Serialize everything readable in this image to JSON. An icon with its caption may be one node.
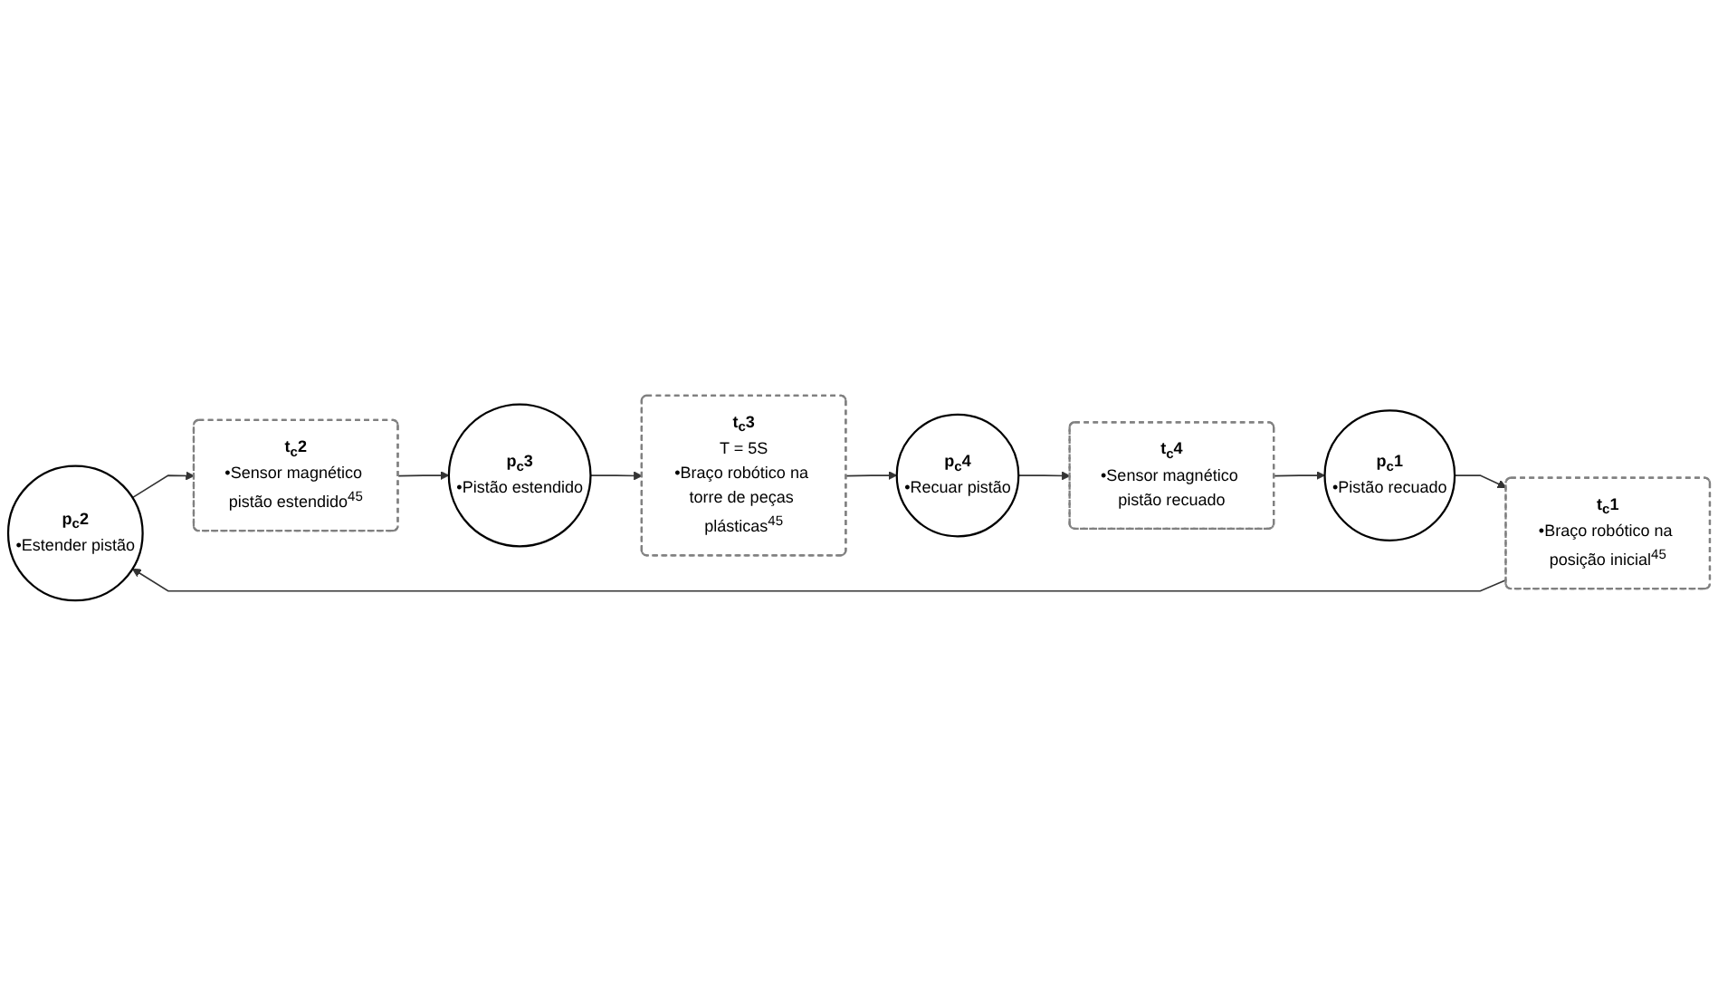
{
  "diagram": {
    "nodes": [
      {
        "text": [
          "p$_{c}$2",
          "•Estender pistão"
        ]
      },
      {
        "text": [
          "t$_{c}$2",
          "•Sensor magnético pistão estendido$^{45}$"
        ]
      },
      {
        "text": [
          "p$_{c}$3",
          "•Pistão estendido"
        ]
      },
      {
        "text": [
          "t$_{c}$3",
          "T = 5S",
          "•Braço robótico na torre de peças plásticas$^{45}$"
        ]
      },
      {
        "text": [
          "t$_{c}$1",
          "•Braço robótico na posição inicial$^{45}$"
        ]
      },
      {
        "text": [
          "p$_{c}$1",
          "•Pistão recuado"
        ]
      },
      {
        "text": [
          "t$_{c}$4",
          "•Sensor magnético pistão recuado"
        ]
      },
      {
        "text": [
          "p$_{c}$4",
          "•Recuar pistão"
        ]
      }
    ],
    "edges": [
      {
        "from": 0,
        "to": 1,
        "arrow": "to"
      },
      {
        "from": 1,
        "to": 2,
        "arrow": "to"
      },
      {
        "from": 2,
        "to": 3,
        "arrow": "to"
      },
      {
        "from": 3,
        "to": 7,
        "arrow": "to"
      },
      {
        "from": 7,
        "to": 6,
        "arrow": "to"
      },
      {
        "from": 6,
        "to": 5,
        "arrow": "to"
      },
      {
        "from": 5,
        "to": 4,
        "arrow": "to"
      },
      {
        "from": 4,
        "to": 0,
        "arrow": "to"
      }
    ]
  }
}
